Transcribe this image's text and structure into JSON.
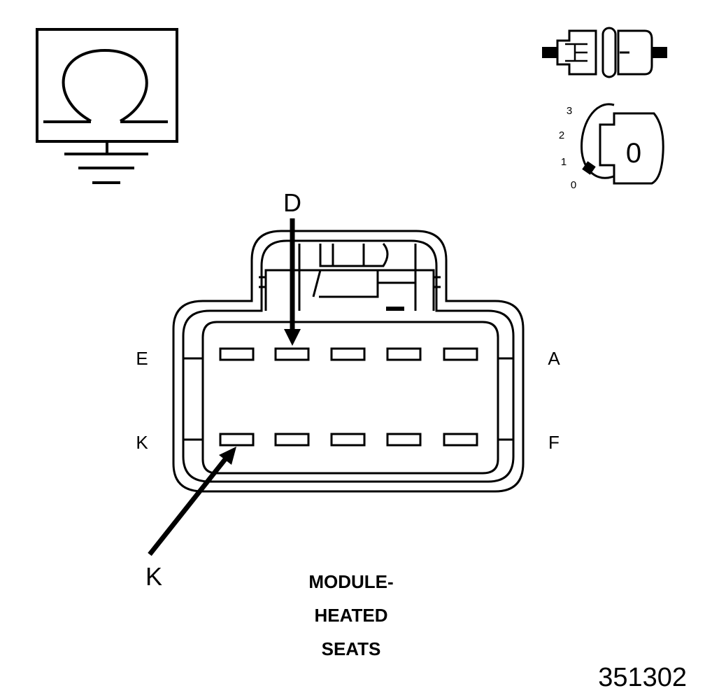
{
  "pin_labels": {
    "top_left": "E",
    "top_right": "A",
    "bottom_left": "K",
    "bottom_right": "F"
  },
  "arrows": {
    "top": "D",
    "bottom": "K"
  },
  "title_lines": [
    "MODULE-",
    "HEATED",
    "SEATS"
  ],
  "figure_number": "351302",
  "ignition": {
    "positions": [
      "3",
      "2",
      "1",
      "0"
    ],
    "key_label": "0"
  },
  "icons": {
    "ohmmeter": "ohm-ground-icon",
    "connector": "connector-disconnected-icon",
    "ignition": "ignition-key-icon"
  }
}
